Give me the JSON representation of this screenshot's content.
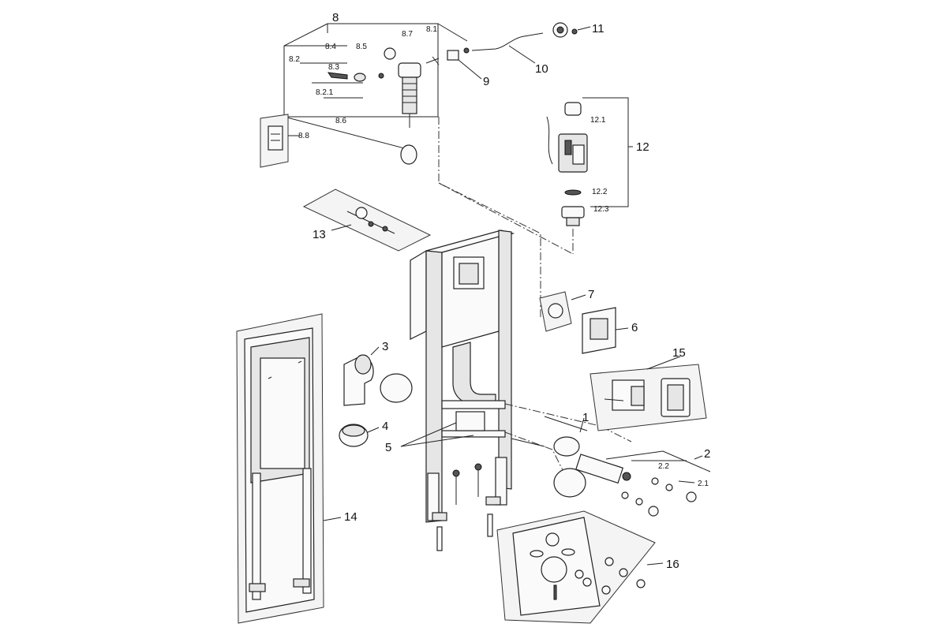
{
  "callouts": {
    "c1": "1",
    "c2": "2",
    "c2_1": "2.1",
    "c2_2": "2.2",
    "c3": "3",
    "c4": "4",
    "c5": "5",
    "c6": "6",
    "c7": "7",
    "c8": "8",
    "c8_1": "8.1",
    "c8_2": "8.2",
    "c8_2_1": "8.2.1",
    "c8_3": "8.3",
    "c8_4": "8.4",
    "c8_5": "8.5",
    "c8_6": "8.6",
    "c8_7": "8.7",
    "c8_8": "8.8",
    "c9": "9",
    "c10": "10",
    "c11": "11",
    "c12": "12",
    "c12_1": "12.1",
    "c12_2": "12.2",
    "c12_3": "12.3",
    "c13": "13",
    "c14": "14",
    "c15": "15",
    "c16": "16"
  }
}
